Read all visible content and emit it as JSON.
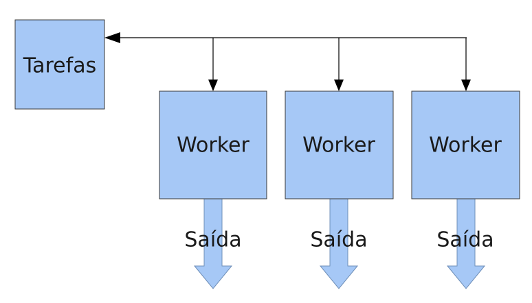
{
  "queue": {
    "label": "Tarefas"
  },
  "workers": [
    {
      "label": "Worker",
      "output_label": "Saída"
    },
    {
      "label": "Worker",
      "output_label": "Saída"
    },
    {
      "label": "Worker",
      "output_label": "Saída"
    }
  ],
  "colors": {
    "box_fill": "#a6c8f6",
    "box_stroke": "#3a3a3a",
    "connector": "#000000",
    "text": "#1a1a1a"
  }
}
